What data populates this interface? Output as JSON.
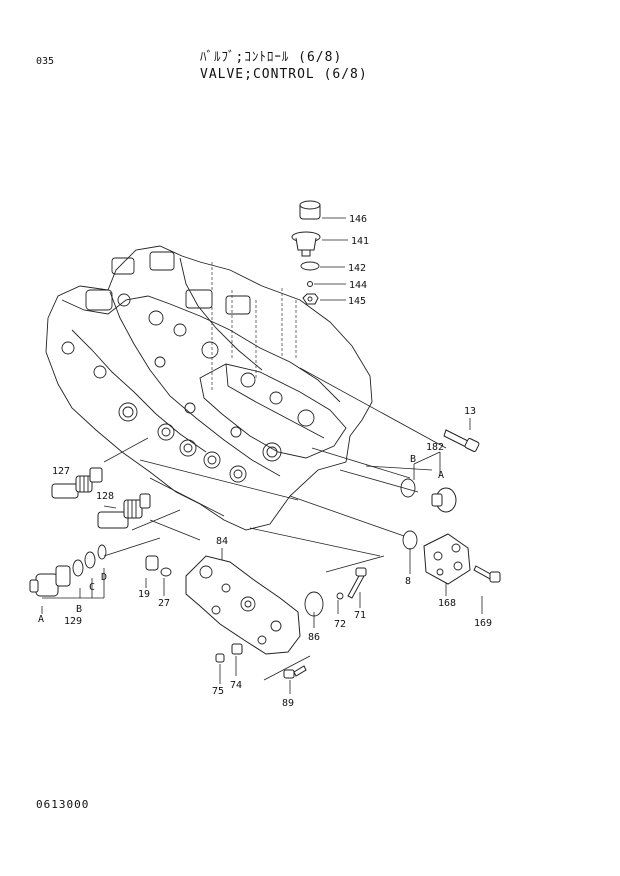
{
  "page_number": "035",
  "title_jp": "ﾊﾞﾙﾌﾞ;ｺﾝﾄﾛｰﾙ (6/8)",
  "title_en": "VALVE;CONTROL  (6/8)",
  "footer_code": "0613000",
  "callouts": {
    "c146": "146",
    "c141": "141",
    "c142": "142",
    "c144": "144",
    "c145": "145",
    "c13": "13",
    "c182": "182",
    "cB1": "B",
    "cA1": "A",
    "c127": "127",
    "c128": "128",
    "c84": "84",
    "cA2": "A",
    "cB2": "B",
    "cC": "C",
    "cD": "D",
    "c129": "129",
    "c19": "19",
    "c27": "27",
    "c8": "8",
    "c168": "168",
    "c169": "169",
    "c86": "86",
    "c72": "72",
    "c71": "71",
    "c75": "75",
    "c74": "74",
    "c89": "89"
  }
}
